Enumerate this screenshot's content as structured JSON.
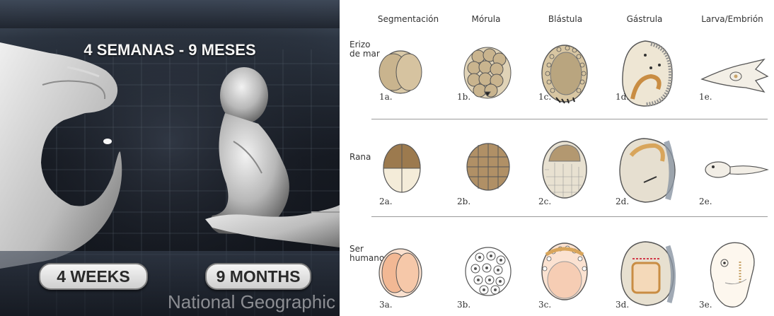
{
  "photo": {
    "headline": "4 SEMANAS - 9 MESES",
    "label_left": "4 WEEKS",
    "label_right": "9 MONTHS",
    "brand": "National Geographic"
  },
  "diagram": {
    "columns": [
      "Segmentación",
      "Mórula",
      "Blástula",
      "Gástrula",
      "Larva/Embrión"
    ],
    "rows": [
      {
        "label_line1": "Erizo",
        "label_line2": "de mar",
        "stages": [
          "1a.",
          "1b.",
          "1c.",
          "1d.",
          "1e."
        ]
      },
      {
        "label_line1": "Rana",
        "label_line2": "",
        "stages": [
          "2a.",
          "2b.",
          "2c.",
          "2d.",
          "2e."
        ]
      },
      {
        "label_line1": "Ser",
        "label_line2": "humano",
        "stages": [
          "3a.",
          "3b.",
          "3c.",
          "3d.",
          "3e."
        ]
      }
    ],
    "colors": {
      "urchin_egg": "#c9b48e",
      "frog_top": "#9c7a4e",
      "frog_bottom": "#f4ecd9",
      "human_egg": "#f2b894",
      "cell_outline": "#555555"
    }
  }
}
